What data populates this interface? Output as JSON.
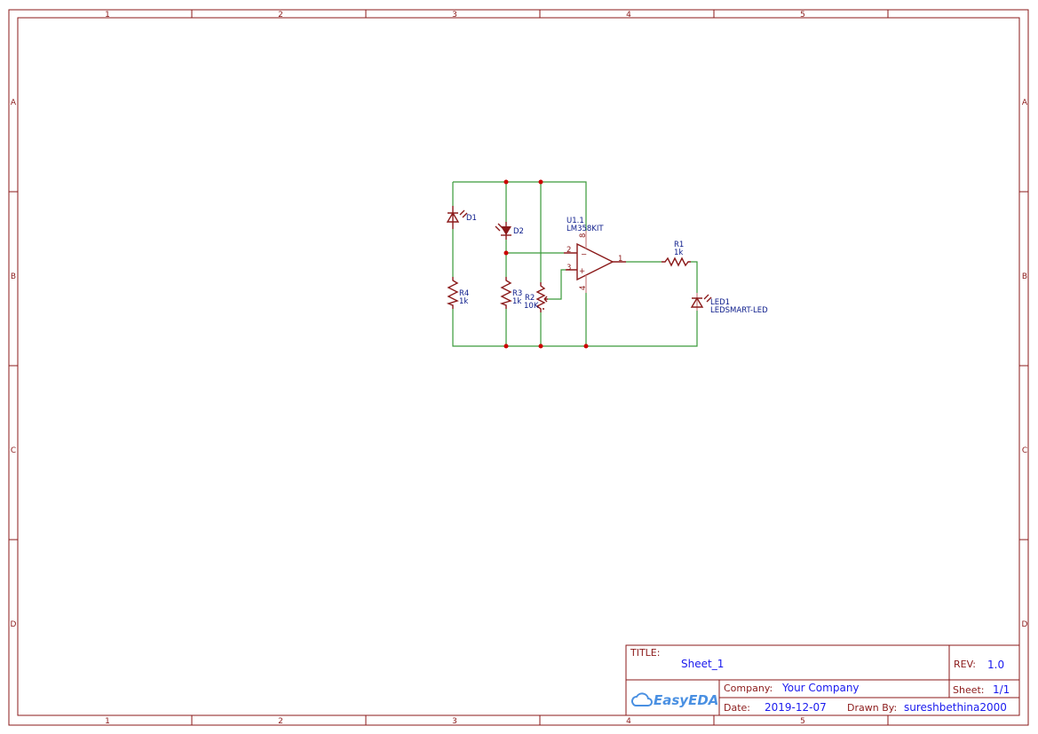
{
  "border": {
    "columns": [
      "1",
      "2",
      "3",
      "4",
      "5"
    ],
    "rows": [
      "A",
      "B",
      "C",
      "D"
    ]
  },
  "components": {
    "D1": {
      "ref": "D1"
    },
    "D2": {
      "ref": "D2"
    },
    "R4": {
      "ref": "R4",
      "value": "1k"
    },
    "R3": {
      "ref": "R3",
      "value": "1k"
    },
    "R2": {
      "ref": "R2",
      "value": "10K"
    },
    "U1": {
      "ref": "U1.1",
      "value": "LM358KIT",
      "pins": {
        "p2": "2",
        "p3": "3",
        "p1": "1",
        "p8": "8",
        "p4": "4",
        "minus": "−",
        "plus": "+"
      }
    },
    "R1": {
      "ref": "R1",
      "value": "1k"
    },
    "LED1": {
      "ref": "LED1",
      "value": "LEDSMART-LED"
    }
  },
  "title_block": {
    "title_label": "TITLE:",
    "title": "Sheet_1",
    "rev_label": "REV:",
    "rev": "1.0",
    "logo": "EasyEDA",
    "company_label": "Company:",
    "company": "Your Company",
    "sheet_label": "Sheet:",
    "sheet": "1/1",
    "date_label": "Date:",
    "date": "2019-12-07",
    "drawn_label": "Drawn By:",
    "drawn_by": "sureshbethina2000"
  },
  "colors": {
    "frame": "#8b1a1a",
    "wire": "#3a9a3a",
    "junction": "#cc0000",
    "label": "#0a1a8a",
    "value": "#1a1aee"
  }
}
